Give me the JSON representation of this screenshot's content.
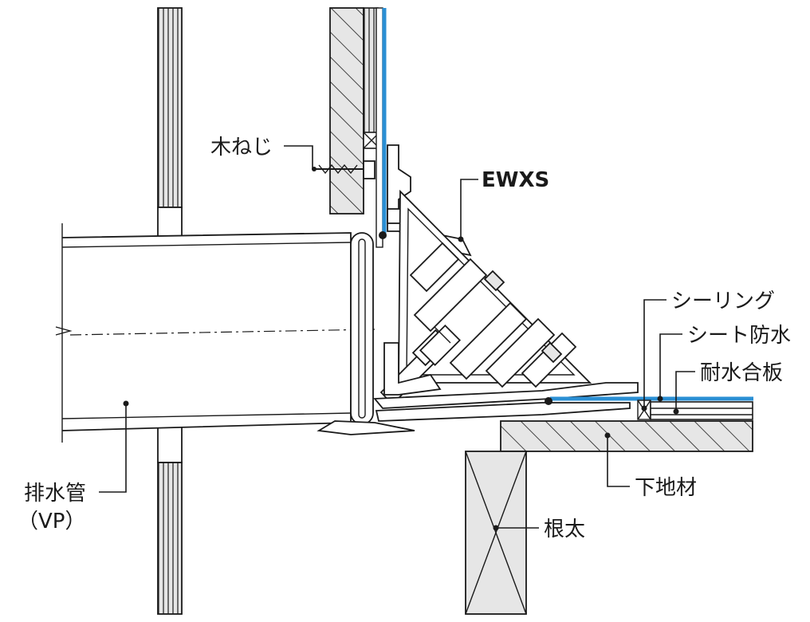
{
  "labels": {
    "wood_screw": "木ねじ",
    "product": "EWXS",
    "sealing": "シーリング",
    "sheet_waterproofing": "シート防水",
    "waterproof_plywood": "耐水合板",
    "substrate": "下地材",
    "joist": "根太",
    "drain_pipe_line1": "排水管",
    "drain_pipe_line2": "（VP）"
  },
  "colors": {
    "membrane": "#2a8fd4",
    "line": "#1a1a1a",
    "fill_grey": "#e6e6e6"
  }
}
